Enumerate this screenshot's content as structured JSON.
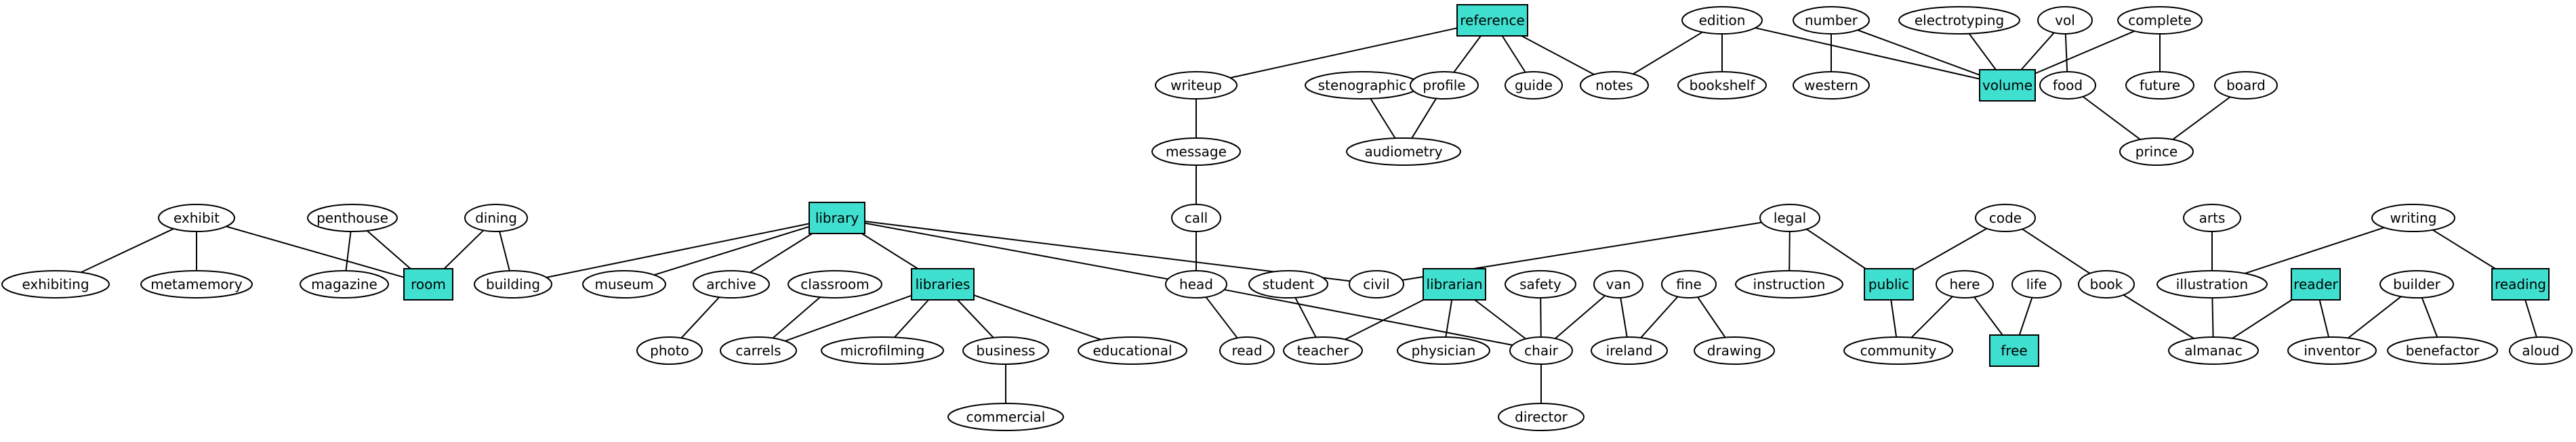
{
  "colors": {
    "highlight": "#40e0d0",
    "node_fill": "#ffffff",
    "stroke": "#000000"
  },
  "nodes": [
    {
      "id": "reference",
      "label": "reference",
      "shape": "box"
    },
    {
      "id": "writeup",
      "label": "writeup",
      "shape": "ellipse"
    },
    {
      "id": "stenographic",
      "label": "stenographic",
      "shape": "ellipse"
    },
    {
      "id": "profile",
      "label": "profile",
      "shape": "ellipse"
    },
    {
      "id": "guide",
      "label": "guide",
      "shape": "ellipse"
    },
    {
      "id": "notes",
      "label": "notes",
      "shape": "ellipse"
    },
    {
      "id": "edition",
      "label": "edition",
      "shape": "ellipse"
    },
    {
      "id": "bookshelf",
      "label": "bookshelf",
      "shape": "ellipse"
    },
    {
      "id": "number",
      "label": "number",
      "shape": "ellipse"
    },
    {
      "id": "western",
      "label": "western",
      "shape": "ellipse"
    },
    {
      "id": "electrotyping",
      "label": "electrotyping",
      "shape": "ellipse"
    },
    {
      "id": "volume",
      "label": "volume",
      "shape": "box"
    },
    {
      "id": "vol",
      "label": "vol",
      "shape": "ellipse"
    },
    {
      "id": "complete",
      "label": "complete",
      "shape": "ellipse"
    },
    {
      "id": "food",
      "label": "food",
      "shape": "ellipse"
    },
    {
      "id": "future",
      "label": "future",
      "shape": "ellipse"
    },
    {
      "id": "board",
      "label": "board",
      "shape": "ellipse"
    },
    {
      "id": "prince",
      "label": "prince",
      "shape": "ellipse"
    },
    {
      "id": "message",
      "label": "message",
      "shape": "ellipse"
    },
    {
      "id": "audiometry",
      "label": "audiometry",
      "shape": "ellipse"
    },
    {
      "id": "call",
      "label": "call",
      "shape": "ellipse"
    },
    {
      "id": "exhibit",
      "label": "exhibit",
      "shape": "ellipse"
    },
    {
      "id": "penthouse",
      "label": "penthouse",
      "shape": "ellipse"
    },
    {
      "id": "dining",
      "label": "dining",
      "shape": "ellipse"
    },
    {
      "id": "library",
      "label": "library",
      "shape": "box"
    },
    {
      "id": "legal",
      "label": "legal",
      "shape": "ellipse"
    },
    {
      "id": "code",
      "label": "code",
      "shape": "ellipse"
    },
    {
      "id": "arts",
      "label": "arts",
      "shape": "ellipse"
    },
    {
      "id": "writing",
      "label": "writing",
      "shape": "ellipse"
    },
    {
      "id": "exhibiting",
      "label": "exhibiting",
      "shape": "ellipse"
    },
    {
      "id": "metamemory",
      "label": "metamemory",
      "shape": "ellipse"
    },
    {
      "id": "magazine",
      "label": "magazine",
      "shape": "ellipse"
    },
    {
      "id": "room",
      "label": "room",
      "shape": "box"
    },
    {
      "id": "building",
      "label": "building",
      "shape": "ellipse"
    },
    {
      "id": "museum",
      "label": "museum",
      "shape": "ellipse"
    },
    {
      "id": "archive",
      "label": "archive",
      "shape": "ellipse"
    },
    {
      "id": "classroom",
      "label": "classroom",
      "shape": "ellipse"
    },
    {
      "id": "libraries",
      "label": "libraries",
      "shape": "box"
    },
    {
      "id": "head",
      "label": "head",
      "shape": "ellipse"
    },
    {
      "id": "student",
      "label": "student",
      "shape": "ellipse"
    },
    {
      "id": "civil",
      "label": "civil",
      "shape": "ellipse"
    },
    {
      "id": "librarian",
      "label": "librarian",
      "shape": "box"
    },
    {
      "id": "safety",
      "label": "safety",
      "shape": "ellipse"
    },
    {
      "id": "van",
      "label": "van",
      "shape": "ellipse"
    },
    {
      "id": "fine",
      "label": "fine",
      "shape": "ellipse"
    },
    {
      "id": "instruction",
      "label": "instruction",
      "shape": "ellipse"
    },
    {
      "id": "public",
      "label": "public",
      "shape": "box"
    },
    {
      "id": "here",
      "label": "here",
      "shape": "ellipse"
    },
    {
      "id": "life",
      "label": "life",
      "shape": "ellipse"
    },
    {
      "id": "book",
      "label": "book",
      "shape": "ellipse"
    },
    {
      "id": "illustration",
      "label": "illustration",
      "shape": "ellipse"
    },
    {
      "id": "reader",
      "label": "reader",
      "shape": "box"
    },
    {
      "id": "builder",
      "label": "builder",
      "shape": "ellipse"
    },
    {
      "id": "reading",
      "label": "reading",
      "shape": "box"
    },
    {
      "id": "photo",
      "label": "photo",
      "shape": "ellipse"
    },
    {
      "id": "carrels",
      "label": "carrels",
      "shape": "ellipse"
    },
    {
      "id": "microfilming",
      "label": "microfilming",
      "shape": "ellipse"
    },
    {
      "id": "business",
      "label": "business",
      "shape": "ellipse"
    },
    {
      "id": "educational",
      "label": "educational",
      "shape": "ellipse"
    },
    {
      "id": "read",
      "label": "read",
      "shape": "ellipse"
    },
    {
      "id": "teacher",
      "label": "teacher",
      "shape": "ellipse"
    },
    {
      "id": "physician",
      "label": "physician",
      "shape": "ellipse"
    },
    {
      "id": "chair",
      "label": "chair",
      "shape": "ellipse"
    },
    {
      "id": "ireland",
      "label": "ireland",
      "shape": "ellipse"
    },
    {
      "id": "drawing",
      "label": "drawing",
      "shape": "ellipse"
    },
    {
      "id": "community",
      "label": "community",
      "shape": "ellipse"
    },
    {
      "id": "free",
      "label": "free",
      "shape": "box"
    },
    {
      "id": "almanac",
      "label": "almanac",
      "shape": "ellipse"
    },
    {
      "id": "inventor",
      "label": "inventor",
      "shape": "ellipse"
    },
    {
      "id": "benefactor",
      "label": "benefactor",
      "shape": "ellipse"
    },
    {
      "id": "aloud",
      "label": "aloud",
      "shape": "ellipse"
    },
    {
      "id": "commercial",
      "label": "commercial",
      "shape": "ellipse"
    },
    {
      "id": "director",
      "label": "director",
      "shape": "ellipse"
    }
  ],
  "edges": [
    [
      "reference",
      "writeup"
    ],
    [
      "reference",
      "profile"
    ],
    [
      "reference",
      "guide"
    ],
    [
      "reference",
      "notes"
    ],
    [
      "writeup",
      "message"
    ],
    [
      "message",
      "call"
    ],
    [
      "call",
      "head"
    ],
    [
      "stenographic",
      "audiometry"
    ],
    [
      "profile",
      "audiometry"
    ],
    [
      "edition",
      "notes"
    ],
    [
      "edition",
      "bookshelf"
    ],
    [
      "edition",
      "volume"
    ],
    [
      "number",
      "western"
    ],
    [
      "number",
      "volume"
    ],
    [
      "electrotyping",
      "volume"
    ],
    [
      "vol",
      "volume"
    ],
    [
      "vol",
      "food"
    ],
    [
      "complete",
      "volume"
    ],
    [
      "complete",
      "future"
    ],
    [
      "food",
      "prince"
    ],
    [
      "board",
      "prince"
    ],
    [
      "exhibit",
      "exhibiting"
    ],
    [
      "exhibit",
      "metamemory"
    ],
    [
      "exhibit",
      "room"
    ],
    [
      "penthouse",
      "magazine"
    ],
    [
      "penthouse",
      "room"
    ],
    [
      "dining",
      "room"
    ],
    [
      "dining",
      "building"
    ],
    [
      "library",
      "building"
    ],
    [
      "library",
      "museum"
    ],
    [
      "library",
      "archive"
    ],
    [
      "library",
      "libraries"
    ],
    [
      "library",
      "head"
    ],
    [
      "library",
      "civil"
    ],
    [
      "archive",
      "photo"
    ],
    [
      "classroom",
      "carrels"
    ],
    [
      "libraries",
      "carrels"
    ],
    [
      "libraries",
      "microfilming"
    ],
    [
      "libraries",
      "business"
    ],
    [
      "libraries",
      "educational"
    ],
    [
      "business",
      "commercial"
    ],
    [
      "head",
      "read"
    ],
    [
      "head",
      "chair"
    ],
    [
      "student",
      "teacher"
    ],
    [
      "librarian",
      "teacher"
    ],
    [
      "librarian",
      "physician"
    ],
    [
      "librarian",
      "chair"
    ],
    [
      "safety",
      "chair"
    ],
    [
      "van",
      "chair"
    ],
    [
      "van",
      "ireland"
    ],
    [
      "fine",
      "ireland"
    ],
    [
      "fine",
      "drawing"
    ],
    [
      "chair",
      "director"
    ],
    [
      "legal",
      "civil"
    ],
    [
      "legal",
      "instruction"
    ],
    [
      "legal",
      "public"
    ],
    [
      "code",
      "public"
    ],
    [
      "code",
      "book"
    ],
    [
      "public",
      "community"
    ],
    [
      "here",
      "community"
    ],
    [
      "here",
      "free"
    ],
    [
      "life",
      "free"
    ],
    [
      "book",
      "almanac"
    ],
    [
      "arts",
      "illustration"
    ],
    [
      "writing",
      "illustration"
    ],
    [
      "writing",
      "reading"
    ],
    [
      "illustration",
      "almanac"
    ],
    [
      "reader",
      "almanac"
    ],
    [
      "reader",
      "inventor"
    ],
    [
      "builder",
      "inventor"
    ],
    [
      "builder",
      "benefactor"
    ],
    [
      "reading",
      "aloud"
    ]
  ]
}
